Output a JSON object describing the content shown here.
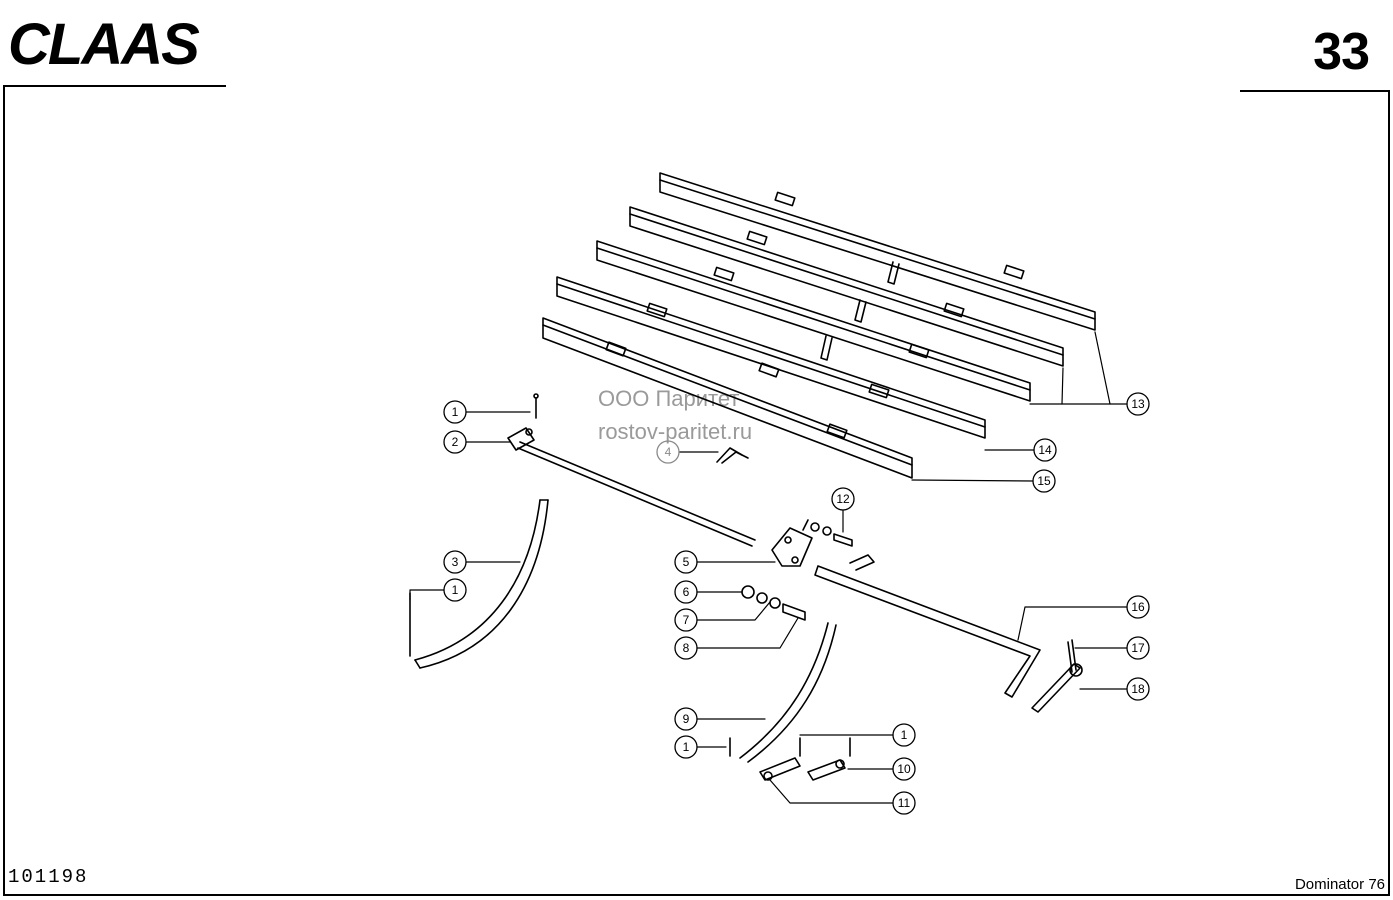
{
  "header": {
    "brand": "CLAAS",
    "page_number": "33"
  },
  "footer": {
    "document_id": "101198",
    "model": "Dominator 76"
  },
  "watermark": {
    "line1": "ООО Паритет",
    "line2": "rostov-paritet.ru"
  },
  "callouts": [
    "1",
    "2",
    "4",
    "3",
    "1",
    "5",
    "6",
    "7",
    "8",
    "9",
    "1",
    "1",
    "10",
    "11",
    "12",
    "13",
    "14",
    "15",
    "16",
    "17",
    "18"
  ]
}
